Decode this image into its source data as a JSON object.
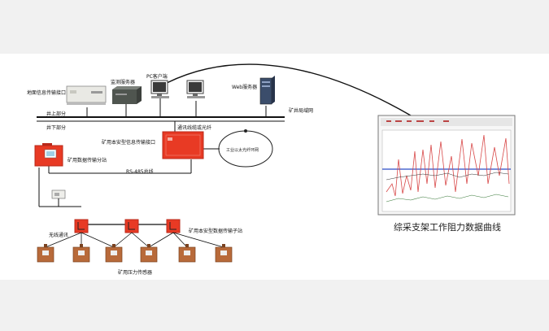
{
  "labels": {
    "surface_transmission_interface": "地面信息传输接口",
    "monitor_server": "监测服务器",
    "pc_client": "PC客户端",
    "web_server": "Web服务器",
    "mine_lan": "矿井局域网",
    "above_ground": "井上部分",
    "underground": "井下部分",
    "comm_cable_fiber": "通讯线缆或光纤",
    "mine_safe_info_interface": "矿用本安型信息传输接口",
    "industrial_ethernet_ring": "工业以太光纤环网",
    "mine_data_substation": "矿用数据传输分站",
    "rs485_bus": "RS-485总线",
    "wireless_comm": "无线通讯",
    "mine_safe_data_terminal": "矿用本安型数据传输子站",
    "mine_pressure_sensor": "矿用压力传感器",
    "curve_caption": "综采支架工作阻力数据曲线"
  },
  "colors": {
    "device_red": "#e83a24",
    "device_red_dark": "#b8281a",
    "sensor_brown": "#b86a3a",
    "line": "#111111",
    "server_gray": "#5a5f5a"
  },
  "icons": {
    "server": "server-icon",
    "pc": "monitor-icon",
    "interface": "rack-device-icon",
    "substation": "red-box-icon",
    "terminal": "red-node-icon",
    "sensor": "pressure-sensor-icon",
    "chart": "line-chart-screenshot-icon"
  }
}
